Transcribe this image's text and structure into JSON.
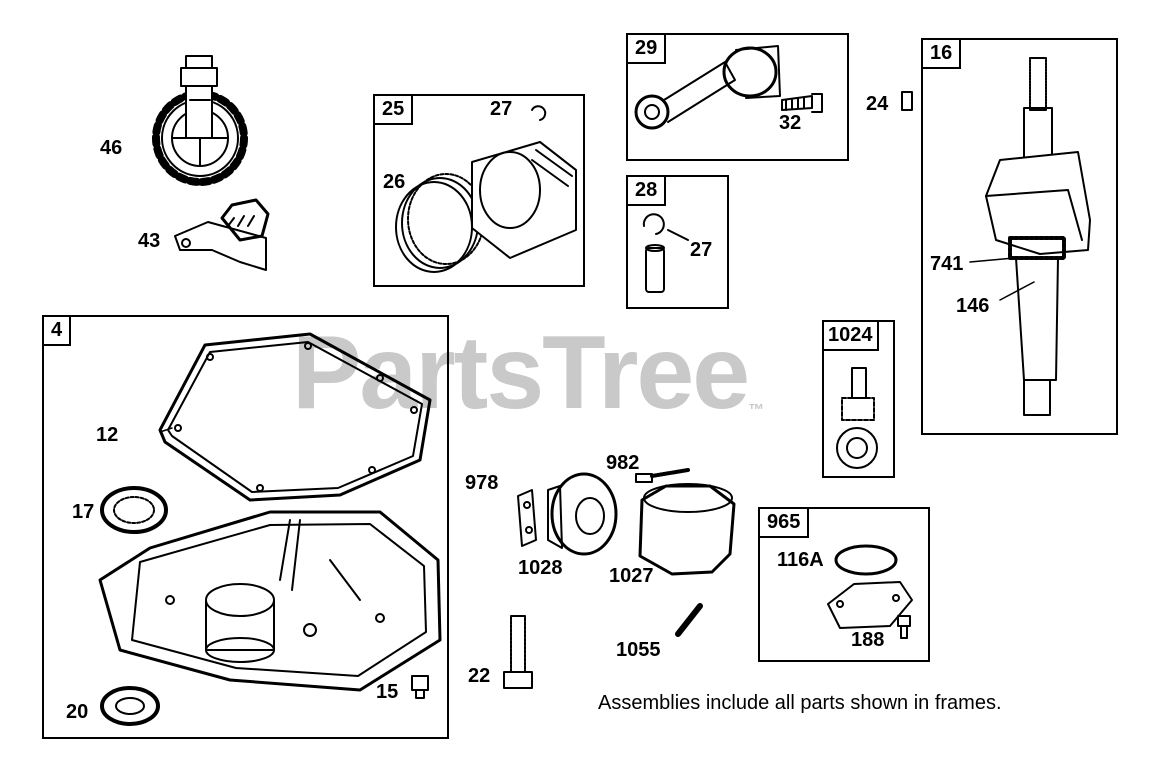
{
  "watermark": {
    "text": "PartsTree",
    "trademark": "™"
  },
  "frames": {
    "f4": "4",
    "f25": "25",
    "f29": "29",
    "f28": "28",
    "f16": "16",
    "f1024": "1024",
    "f965": "965"
  },
  "parts": {
    "p46": "46",
    "p43": "43",
    "p26": "26",
    "p27a": "27",
    "p27b": "27",
    "p32": "32",
    "p24": "24",
    "p741": "741",
    "p146": "146",
    "p12": "12",
    "p17": "17",
    "p20": "20",
    "p15": "15",
    "p22": "22",
    "p978": "978",
    "p982": "982",
    "p1028": "1028",
    "p1027": "1027",
    "p1055": "1055",
    "p116a": "116A",
    "p188": "188"
  },
  "note": "Assemblies include all parts shown in frames."
}
